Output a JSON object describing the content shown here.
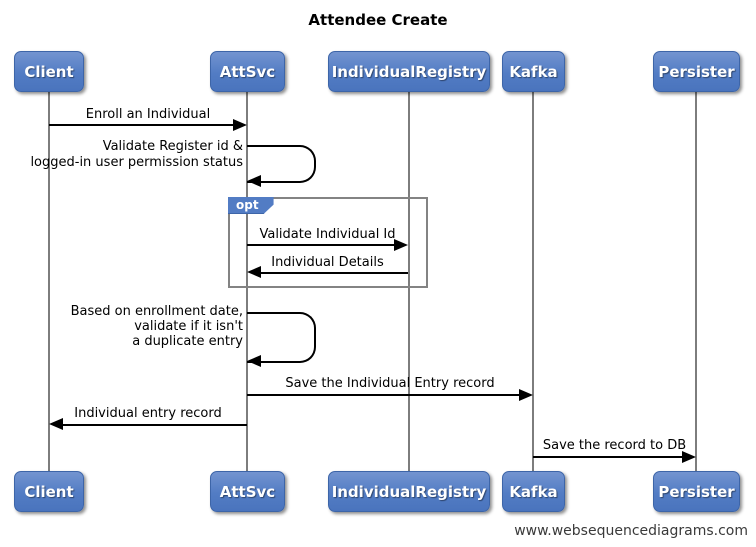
{
  "title": "Attendee Create",
  "watermark": "www.websequencediagrams.com",
  "actors": [
    {
      "label": "Client"
    },
    {
      "label": "AttSvc"
    },
    {
      "label": "IndividualRegistry"
    },
    {
      "label": "Kafka"
    },
    {
      "label": "Persister"
    }
  ],
  "fragment": {
    "operator": "opt"
  },
  "messages": [
    {
      "from": "Client",
      "to": "AttSvc",
      "type": "arrow",
      "label": "Enroll an Individual"
    },
    {
      "from": "AttSvc",
      "to": "AttSvc",
      "type": "self",
      "label": "Validate Register id &\nlogged-in user permission status"
    },
    {
      "from": "AttSvc",
      "to": "IndividualRegistry",
      "type": "arrow",
      "in_fragment": "opt",
      "label": "Validate Individual Id"
    },
    {
      "from": "IndividualRegistry",
      "to": "AttSvc",
      "type": "arrow",
      "in_fragment": "opt",
      "label": "Individual Details"
    },
    {
      "from": "AttSvc",
      "to": "AttSvc",
      "type": "self",
      "label": "Based on enrollment date,\nvalidate if it isn't\na duplicate entry"
    },
    {
      "from": "AttSvc",
      "to": "Kafka",
      "type": "arrow",
      "label": "Save the Individual Entry record"
    },
    {
      "from": "AttSvc",
      "to": "Client",
      "type": "arrow",
      "label": "Individual entry record"
    },
    {
      "from": "Kafka",
      "to": "Persister",
      "type": "arrow",
      "label": "Save the record to DB"
    }
  ],
  "colors": {
    "actor_fill": "#527cc4",
    "actor_border": "#3d65a8",
    "lifeline": "#7d7d7d",
    "frame_border": "#838383",
    "message_line": "#000000"
  }
}
